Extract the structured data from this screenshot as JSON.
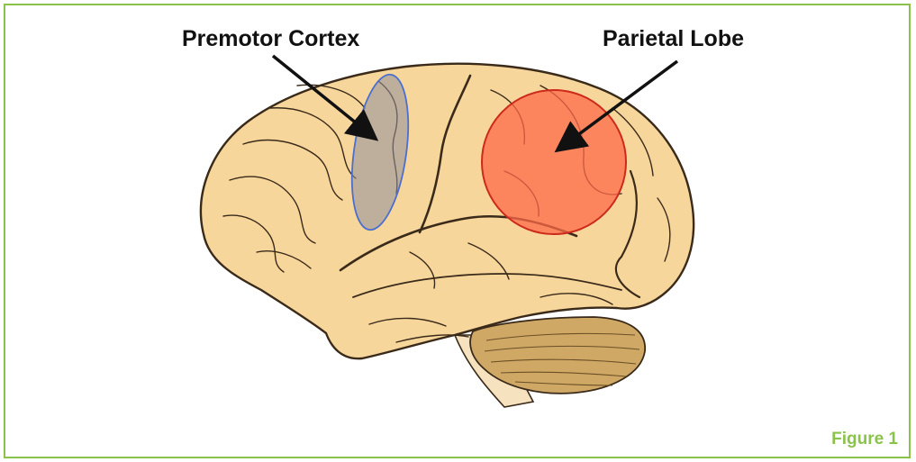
{
  "labels": {
    "premotor": "Premotor Cortex",
    "parietal": "Parietal Lobe"
  },
  "caption": "Figure 1",
  "colors": {
    "border": "#8bc34a",
    "caption": "#8bc34a",
    "brain_fill": "#f7d69b",
    "brain_outline": "#3a2a1a",
    "cerebellum_fill": "#cfa865",
    "brainstem_fill": "#f6e2bf",
    "premotor_highlight": "#8f8f9c",
    "premotor_outline": "#4a6fd0",
    "parietal_highlight": "#ff6a4a",
    "parietal_outline": "#cc2a1a"
  }
}
